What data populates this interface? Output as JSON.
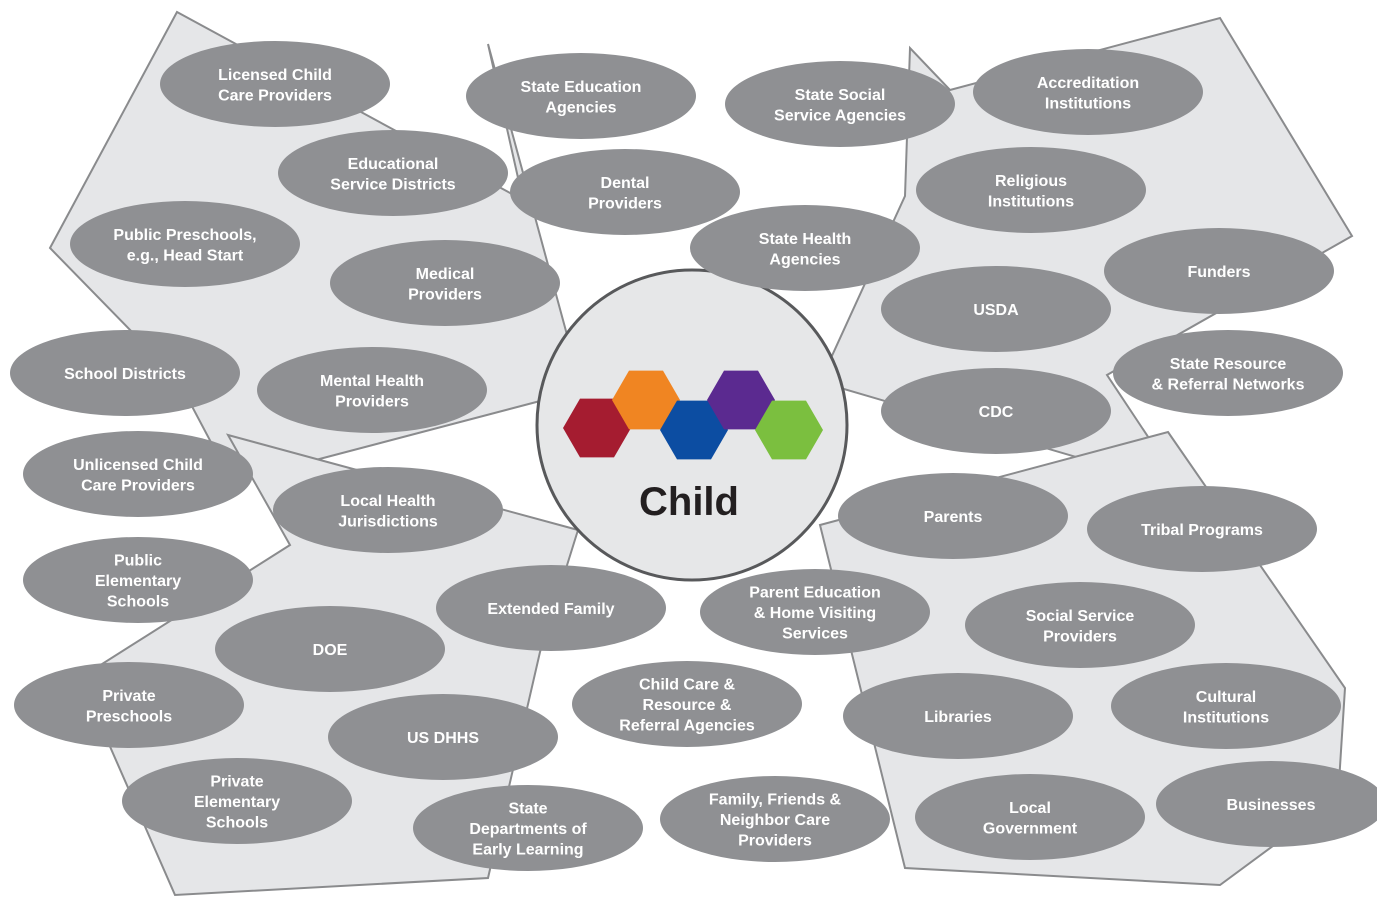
{
  "center": {
    "label": "Child",
    "hexagon_colors": [
      "#a51c30",
      "#f08522",
      "#0c4da2",
      "#5b2a90",
      "#7bbf3f"
    ]
  },
  "colors": {
    "node_fill": "#8f9093",
    "node_text": "#ffffff",
    "arrow_fill": "#e5e6e8",
    "arrow_stroke": "#8a8b8d"
  },
  "nodes": [
    {
      "id": "licensed-child-care-providers",
      "lines": [
        "Licensed Child",
        "Care Providers"
      ]
    },
    {
      "id": "state-education-agencies",
      "lines": [
        "State Education",
        "Agencies"
      ]
    },
    {
      "id": "state-social-service-agencies",
      "lines": [
        "State Social",
        "Service Agencies"
      ]
    },
    {
      "id": "accreditation-institutions",
      "lines": [
        "Accreditation",
        "Institutions"
      ]
    },
    {
      "id": "educational-service-districts",
      "lines": [
        "Educational",
        "Service Districts"
      ]
    },
    {
      "id": "dental-providers",
      "lines": [
        "Dental",
        "Providers"
      ]
    },
    {
      "id": "religious-institutions",
      "lines": [
        "Religious",
        "Institutions"
      ]
    },
    {
      "id": "public-preschools",
      "lines": [
        "Public Preschools,",
        "e.g., Head Start"
      ]
    },
    {
      "id": "state-health-agencies",
      "lines": [
        "State Health",
        "Agencies"
      ]
    },
    {
      "id": "medical-providers",
      "lines": [
        "Medical",
        "Providers"
      ]
    },
    {
      "id": "funders",
      "lines": [
        "Funders"
      ]
    },
    {
      "id": "usda",
      "lines": [
        "USDA"
      ]
    },
    {
      "id": "school-districts",
      "lines": [
        "School Districts"
      ]
    },
    {
      "id": "mental-health-providers",
      "lines": [
        "Mental Health",
        "Providers"
      ]
    },
    {
      "id": "state-resource-referral-networks",
      "lines": [
        "State Resource",
        "& Referral Networks"
      ]
    },
    {
      "id": "cdc",
      "lines": [
        "CDC"
      ]
    },
    {
      "id": "unlicensed-child-care-providers",
      "lines": [
        "Unlicensed Child",
        "Care Providers"
      ]
    },
    {
      "id": "local-health-jurisdictions",
      "lines": [
        "Local Health",
        "Jurisdictions"
      ]
    },
    {
      "id": "parents",
      "lines": [
        "Parents"
      ]
    },
    {
      "id": "tribal-programs",
      "lines": [
        "Tribal Programs"
      ]
    },
    {
      "id": "public-elementary-schools",
      "lines": [
        "Public",
        "Elementary",
        "Schools"
      ]
    },
    {
      "id": "extended-family",
      "lines": [
        "Extended Family"
      ]
    },
    {
      "id": "parent-education-home-visiting",
      "lines": [
        "Parent Education",
        "& Home Visiting",
        "Services"
      ]
    },
    {
      "id": "social-service-providers",
      "lines": [
        "Social Service",
        "Providers"
      ]
    },
    {
      "id": "doe",
      "lines": [
        "DOE"
      ]
    },
    {
      "id": "private-preschools",
      "lines": [
        "Private",
        "Preschools"
      ]
    },
    {
      "id": "child-care-resource-referral",
      "lines": [
        "Child Care &",
        "Resource &",
        "Referral Agencies"
      ]
    },
    {
      "id": "libraries",
      "lines": [
        "Libraries"
      ]
    },
    {
      "id": "cultural-institutions",
      "lines": [
        "Cultural",
        "Institutions"
      ]
    },
    {
      "id": "us-dhhs",
      "lines": [
        "US DHHS"
      ]
    },
    {
      "id": "private-elementary-schools",
      "lines": [
        "Private",
        "Elementary",
        "Schools"
      ]
    },
    {
      "id": "state-departments-early-learning",
      "lines": [
        "State",
        "Departments of",
        "Early Learning"
      ]
    },
    {
      "id": "family-friends-neighbor-care",
      "lines": [
        "Family, Friends &",
        "Neighbor Care",
        "Providers"
      ]
    },
    {
      "id": "local-government",
      "lines": [
        "Local",
        "Government"
      ]
    },
    {
      "id": "businesses",
      "lines": [
        "Businesses"
      ]
    }
  ]
}
